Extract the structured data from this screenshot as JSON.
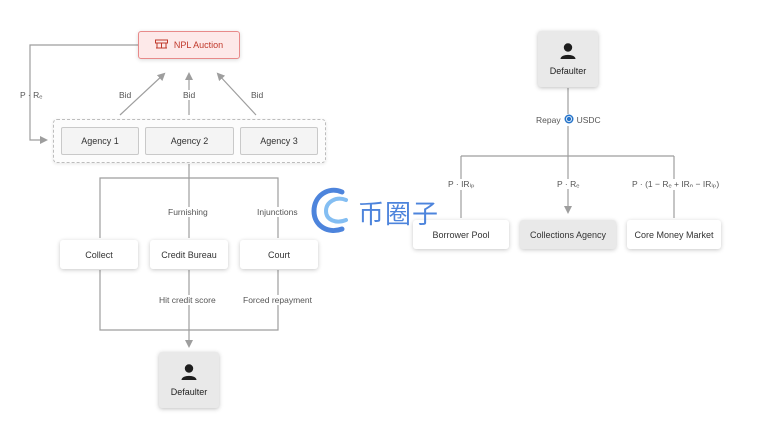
{
  "left": {
    "auction": {
      "label": "NPL Auction",
      "icon": "auction-hammer-icon"
    },
    "bids": [
      "Bid",
      "Bid",
      "Bid"
    ],
    "loop_label": "P · Rₑ",
    "agencies": [
      "Agency 1",
      "Agency 2",
      "Agency 3"
    ],
    "actions": {
      "collect": "Collect",
      "credit_bureau": "Credit Bureau",
      "court": "Court"
    },
    "edge_labels": {
      "furnishing": "Furnishing",
      "injunctions": "Injunctions",
      "hit_credit_score": "Hit credit score",
      "forced_repayment": "Forced repayment"
    },
    "defaulter": {
      "label": "Defaulter",
      "icon": "person-icon"
    }
  },
  "right": {
    "defaulter": {
      "label": "Defaulter",
      "icon": "person-icon"
    },
    "repay_label": "Repay",
    "token_label": "USDC",
    "token_icon": "usdc-coin-icon",
    "splits": {
      "borrower_pool_formula": "P · IRₗₚ",
      "collections_formula": "P · Rₑ",
      "core_market_formula": "P · (1 − Rₑ + IRₙ − IRₗₚ)"
    },
    "targets": {
      "borrower_pool": "Borrower Pool",
      "collections_agency": "Collections Agency",
      "core_money_market": "Core Money Market"
    }
  },
  "watermark": {
    "text": "币圈子",
    "icon": "watermark-logo-icon"
  },
  "colors": {
    "line": "#9e9e9e",
    "auction_border": "#e88a8a",
    "auction_text": "#c0392b",
    "watermark": "#2f6fd6"
  }
}
